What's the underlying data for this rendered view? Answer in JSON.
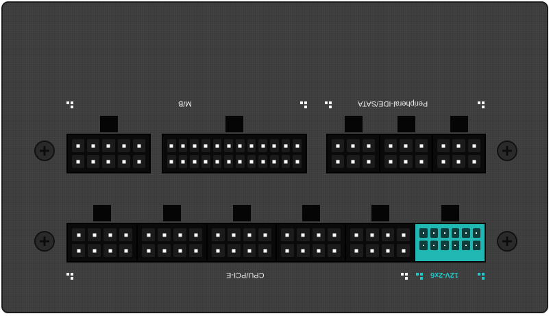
{
  "labels": {
    "motherboard": "M/B",
    "peripheral": "Peripheral-IDE/SATA",
    "cpu_pcie": "CPU/PCI-E",
    "high_power": "12V-2x6"
  },
  "colors": {
    "panel": "#3b3b3b",
    "accent": "#1fb5b0"
  },
  "connectors": {
    "top": [
      {
        "cols": 5
      },
      {
        "cols": 12
      },
      {
        "cols": 3
      },
      {
        "cols": 3
      },
      {
        "cols": 3
      }
    ],
    "bottom": [
      {
        "cols": 4
      },
      {
        "cols": 4
      },
      {
        "cols": 4
      },
      {
        "cols": 4
      },
      {
        "cols": 4
      },
      {
        "cols": 6,
        "teal": true
      }
    ]
  }
}
